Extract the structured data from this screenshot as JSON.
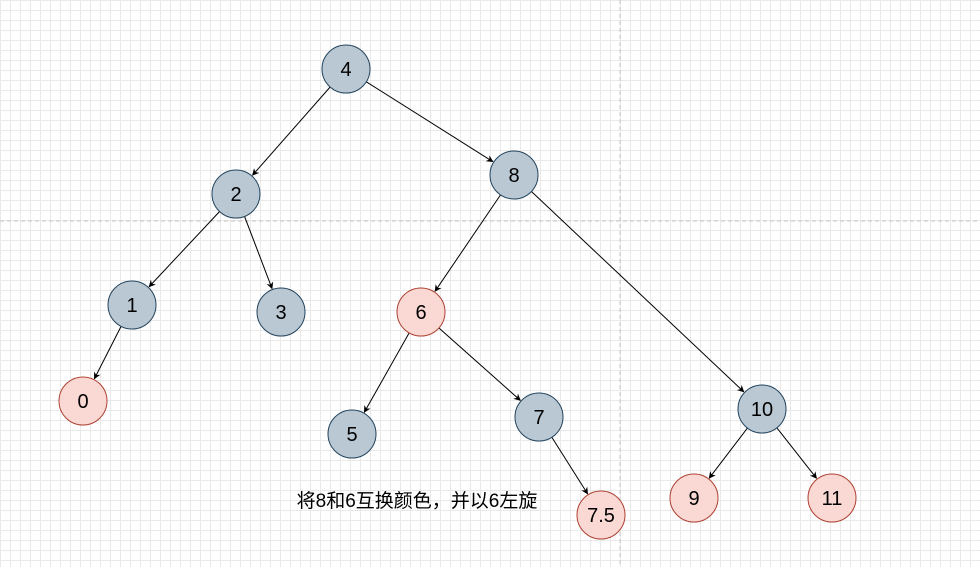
{
  "diagram": {
    "caption": "将8和6互换颜色，并以6左旋",
    "colors": {
      "black_fill": "#bac8d3",
      "black_stroke": "#23445d",
      "red_fill": "#fad9d5",
      "red_stroke": "#ae4132",
      "edge": "#000000",
      "guide": "#c6c6c6"
    },
    "nodes": [
      {
        "id": "n4",
        "label": "4",
        "color": "black"
      },
      {
        "id": "n2",
        "label": "2",
        "color": "black"
      },
      {
        "id": "n8",
        "label": "8",
        "color": "black"
      },
      {
        "id": "n1",
        "label": "1",
        "color": "black"
      },
      {
        "id": "n3",
        "label": "3",
        "color": "black"
      },
      {
        "id": "n6",
        "label": "6",
        "color": "red"
      },
      {
        "id": "n0",
        "label": "0",
        "color": "red"
      },
      {
        "id": "n5",
        "label": "5",
        "color": "black"
      },
      {
        "id": "n7",
        "label": "7",
        "color": "black"
      },
      {
        "id": "n10",
        "label": "10",
        "color": "black"
      },
      {
        "id": "n75",
        "label": "7.5",
        "color": "red"
      },
      {
        "id": "n9",
        "label": "9",
        "color": "red"
      },
      {
        "id": "n11",
        "label": "11",
        "color": "red"
      }
    ],
    "edges": [
      {
        "from": "n4",
        "to": "n2"
      },
      {
        "from": "n4",
        "to": "n8"
      },
      {
        "from": "n2",
        "to": "n1"
      },
      {
        "from": "n2",
        "to": "n3"
      },
      {
        "from": "n1",
        "to": "n0"
      },
      {
        "from": "n8",
        "to": "n6"
      },
      {
        "from": "n8",
        "to": "n10"
      },
      {
        "from": "n6",
        "to": "n5"
      },
      {
        "from": "n6",
        "to": "n7"
      },
      {
        "from": "n7",
        "to": "n75"
      },
      {
        "from": "n10",
        "to": "n9"
      },
      {
        "from": "n10",
        "to": "n11"
      }
    ]
  }
}
